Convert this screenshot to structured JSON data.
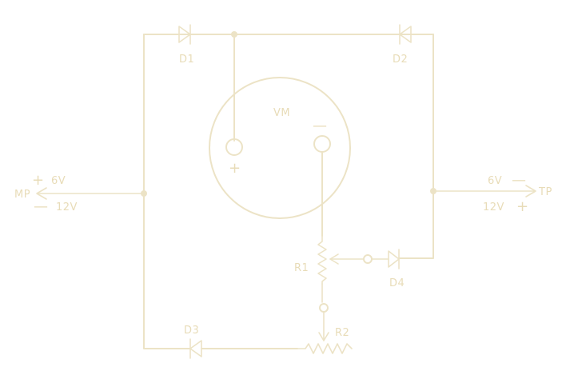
{
  "labels": {
    "d1": "D1",
    "d2": "D2",
    "d3": "D3",
    "d4": "D4",
    "vm": "VM",
    "r1": "R1",
    "r2": "R2",
    "mp": "MP",
    "tp": "TP",
    "left_plus_6v": "6V",
    "left_minus_12v": "12V",
    "right_6v": "6V",
    "right_12v": "12V"
  },
  "signs": {
    "plus": "+",
    "minus": "—"
  }
}
